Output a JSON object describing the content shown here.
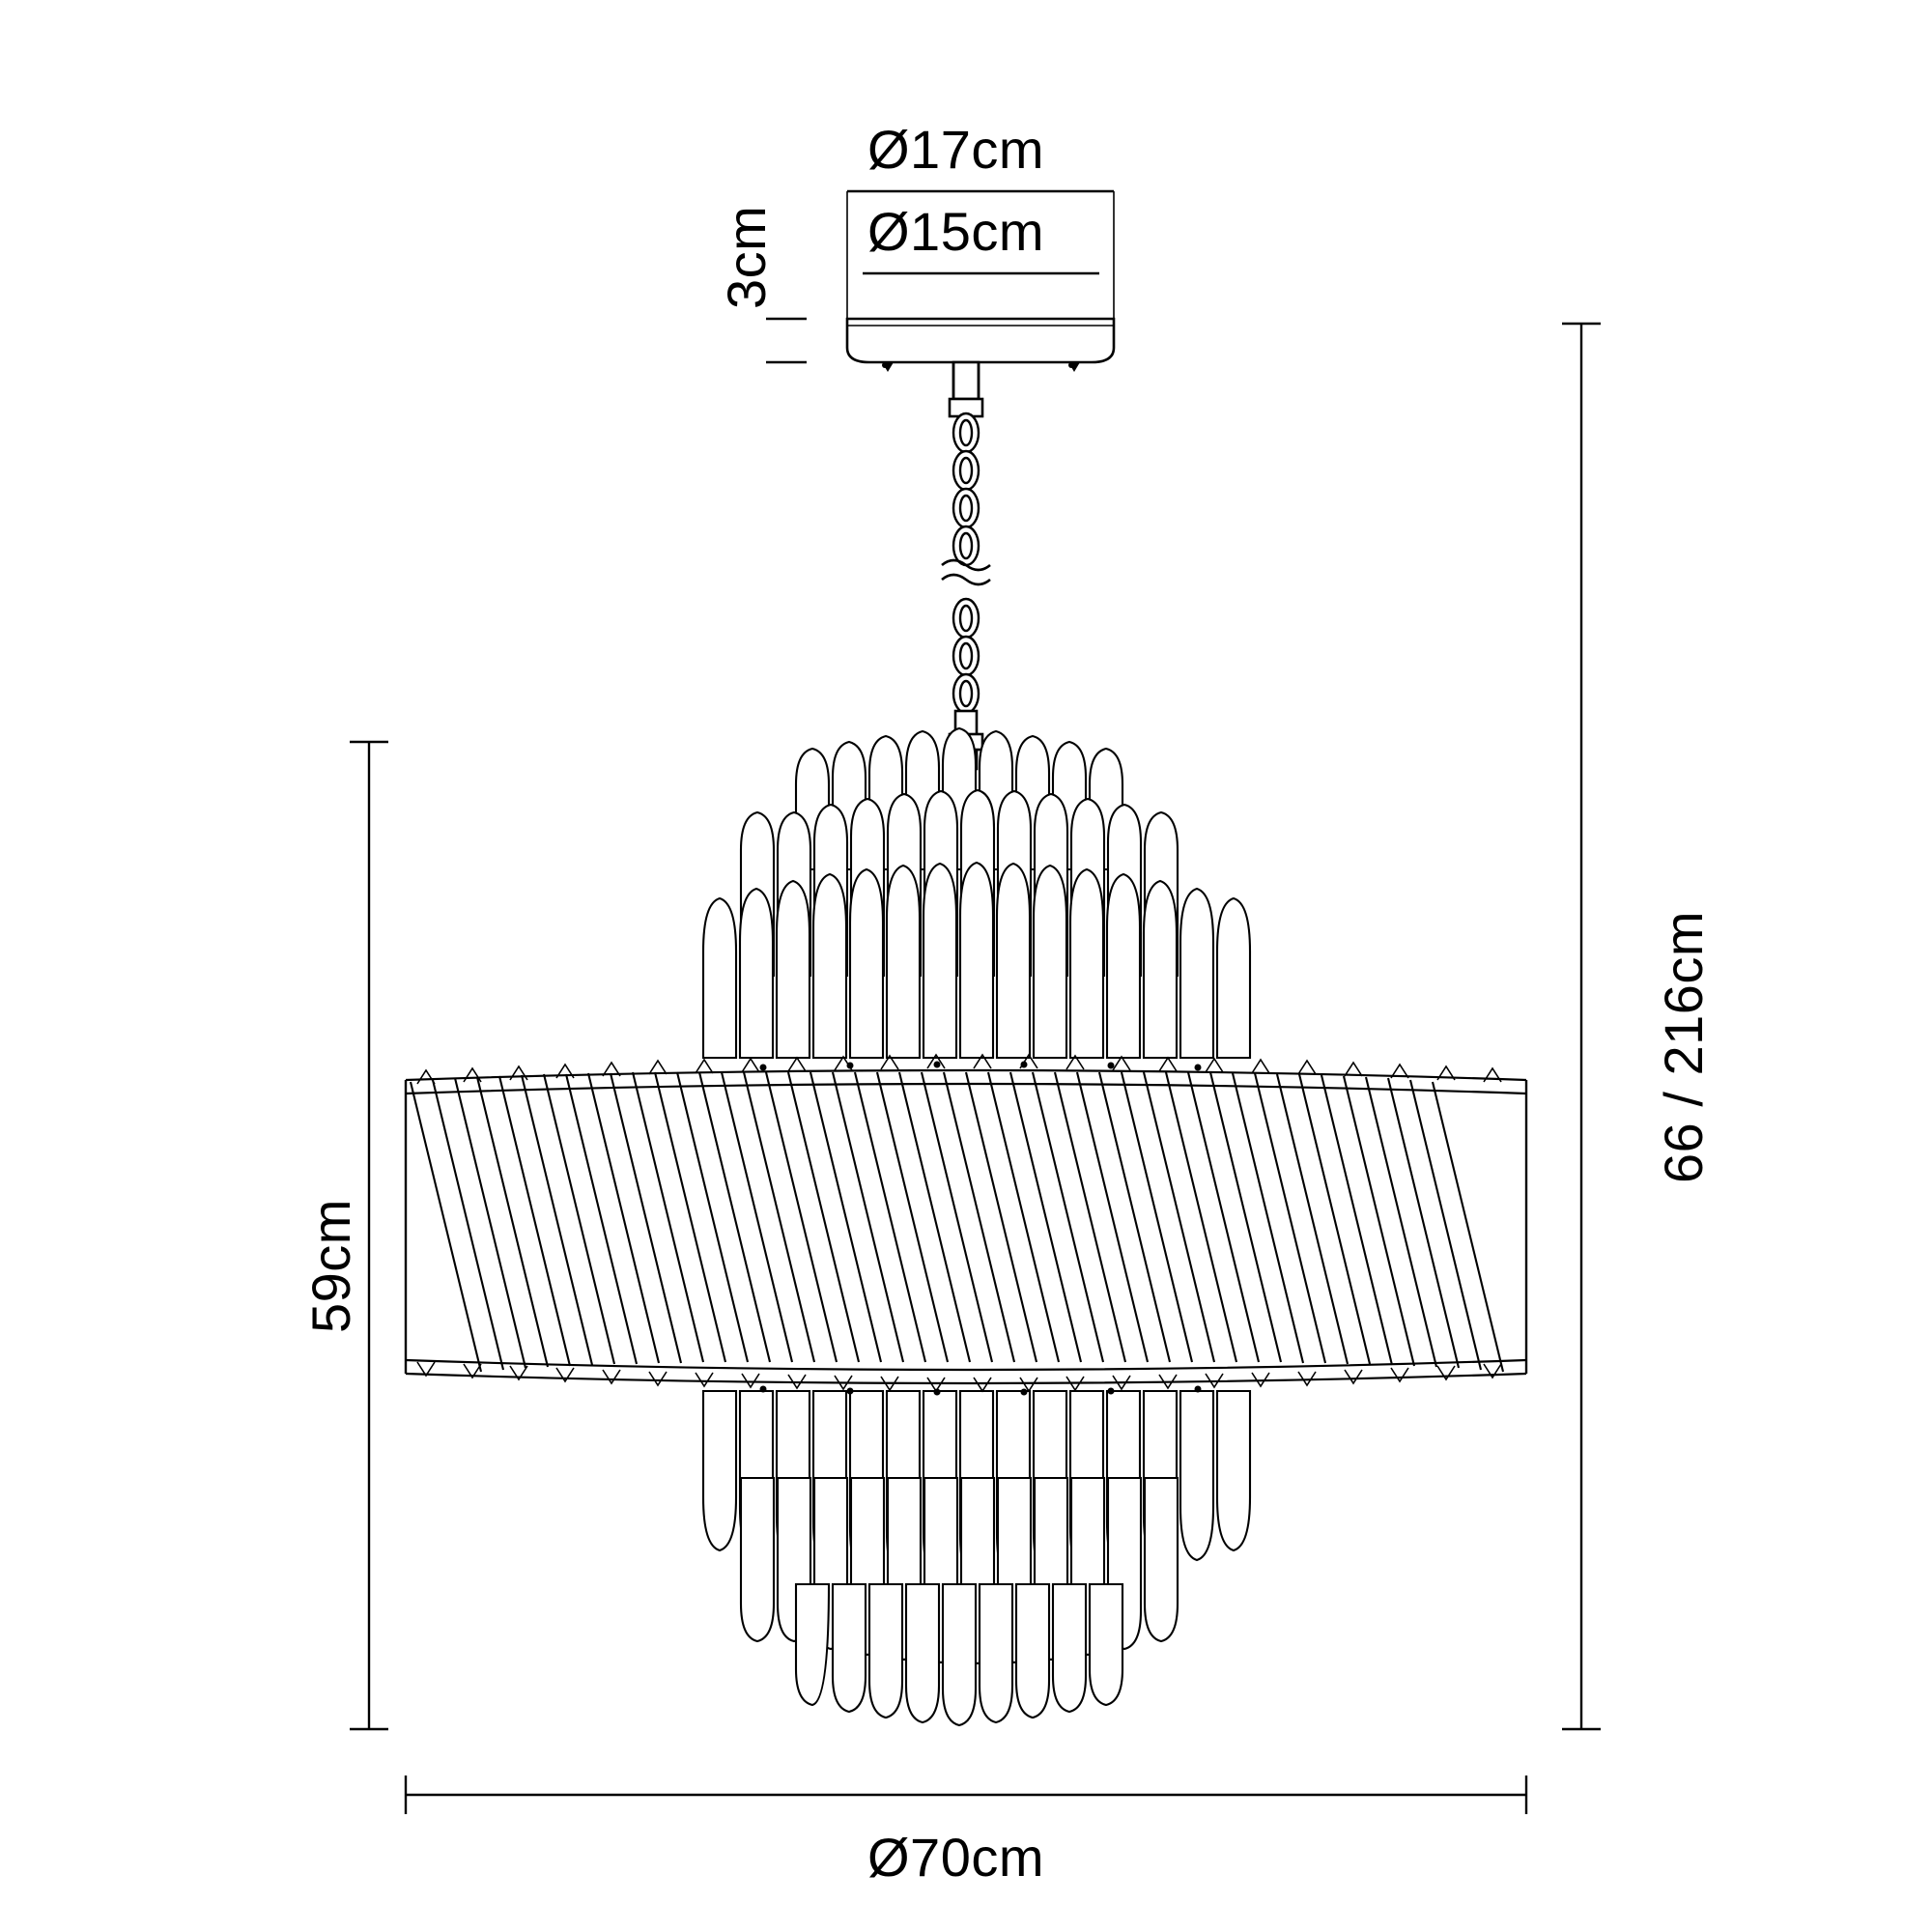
{
  "diagram": {
    "type": "technical-dimension-drawing",
    "subject": "tiered chandelier pendant light",
    "units": "cm",
    "line_color": "#000000",
    "background_color": "#ffffff",
    "dimensions": {
      "ceiling_plate_outer_diameter": "Ø17cm",
      "ceiling_plate_inner_diameter": "Ø15cm",
      "ceiling_plate_height": "3cm",
      "shade_height": "59cm",
      "total_height_range": "66 / 216cm",
      "shade_diameter": "Ø70cm"
    }
  },
  "labels": {
    "outer_diameter": "Ø17cm",
    "inner_diameter": "Ø15cm",
    "plate_height": "3cm",
    "shade_height": "59cm",
    "total_height": "66 / 216cm",
    "shade_diameter": "Ø70cm"
  }
}
